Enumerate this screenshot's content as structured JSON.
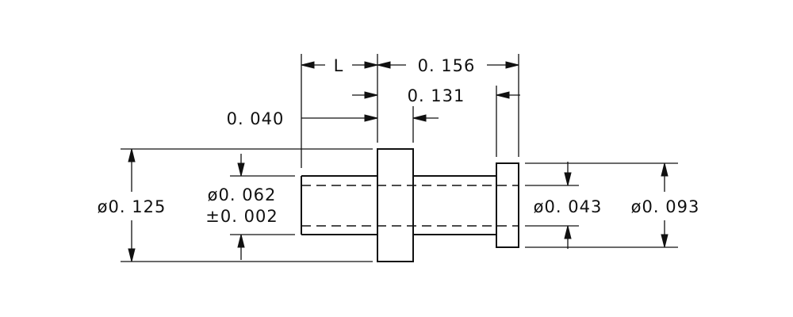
{
  "drawing": {
    "dimensions": {
      "length_L": "L",
      "overall_0156": "0. 156",
      "flange_offset_0131": "0. 131",
      "tail_0040": "0. 040",
      "flange_dia_0125": "ø0. 125",
      "tail_dia_0062": "ø0. 062",
      "tail_tol_0002": "±0. 002",
      "bore_dia_0043": "ø0. 043",
      "head_dia_0093": "ø0. 093"
    }
  }
}
